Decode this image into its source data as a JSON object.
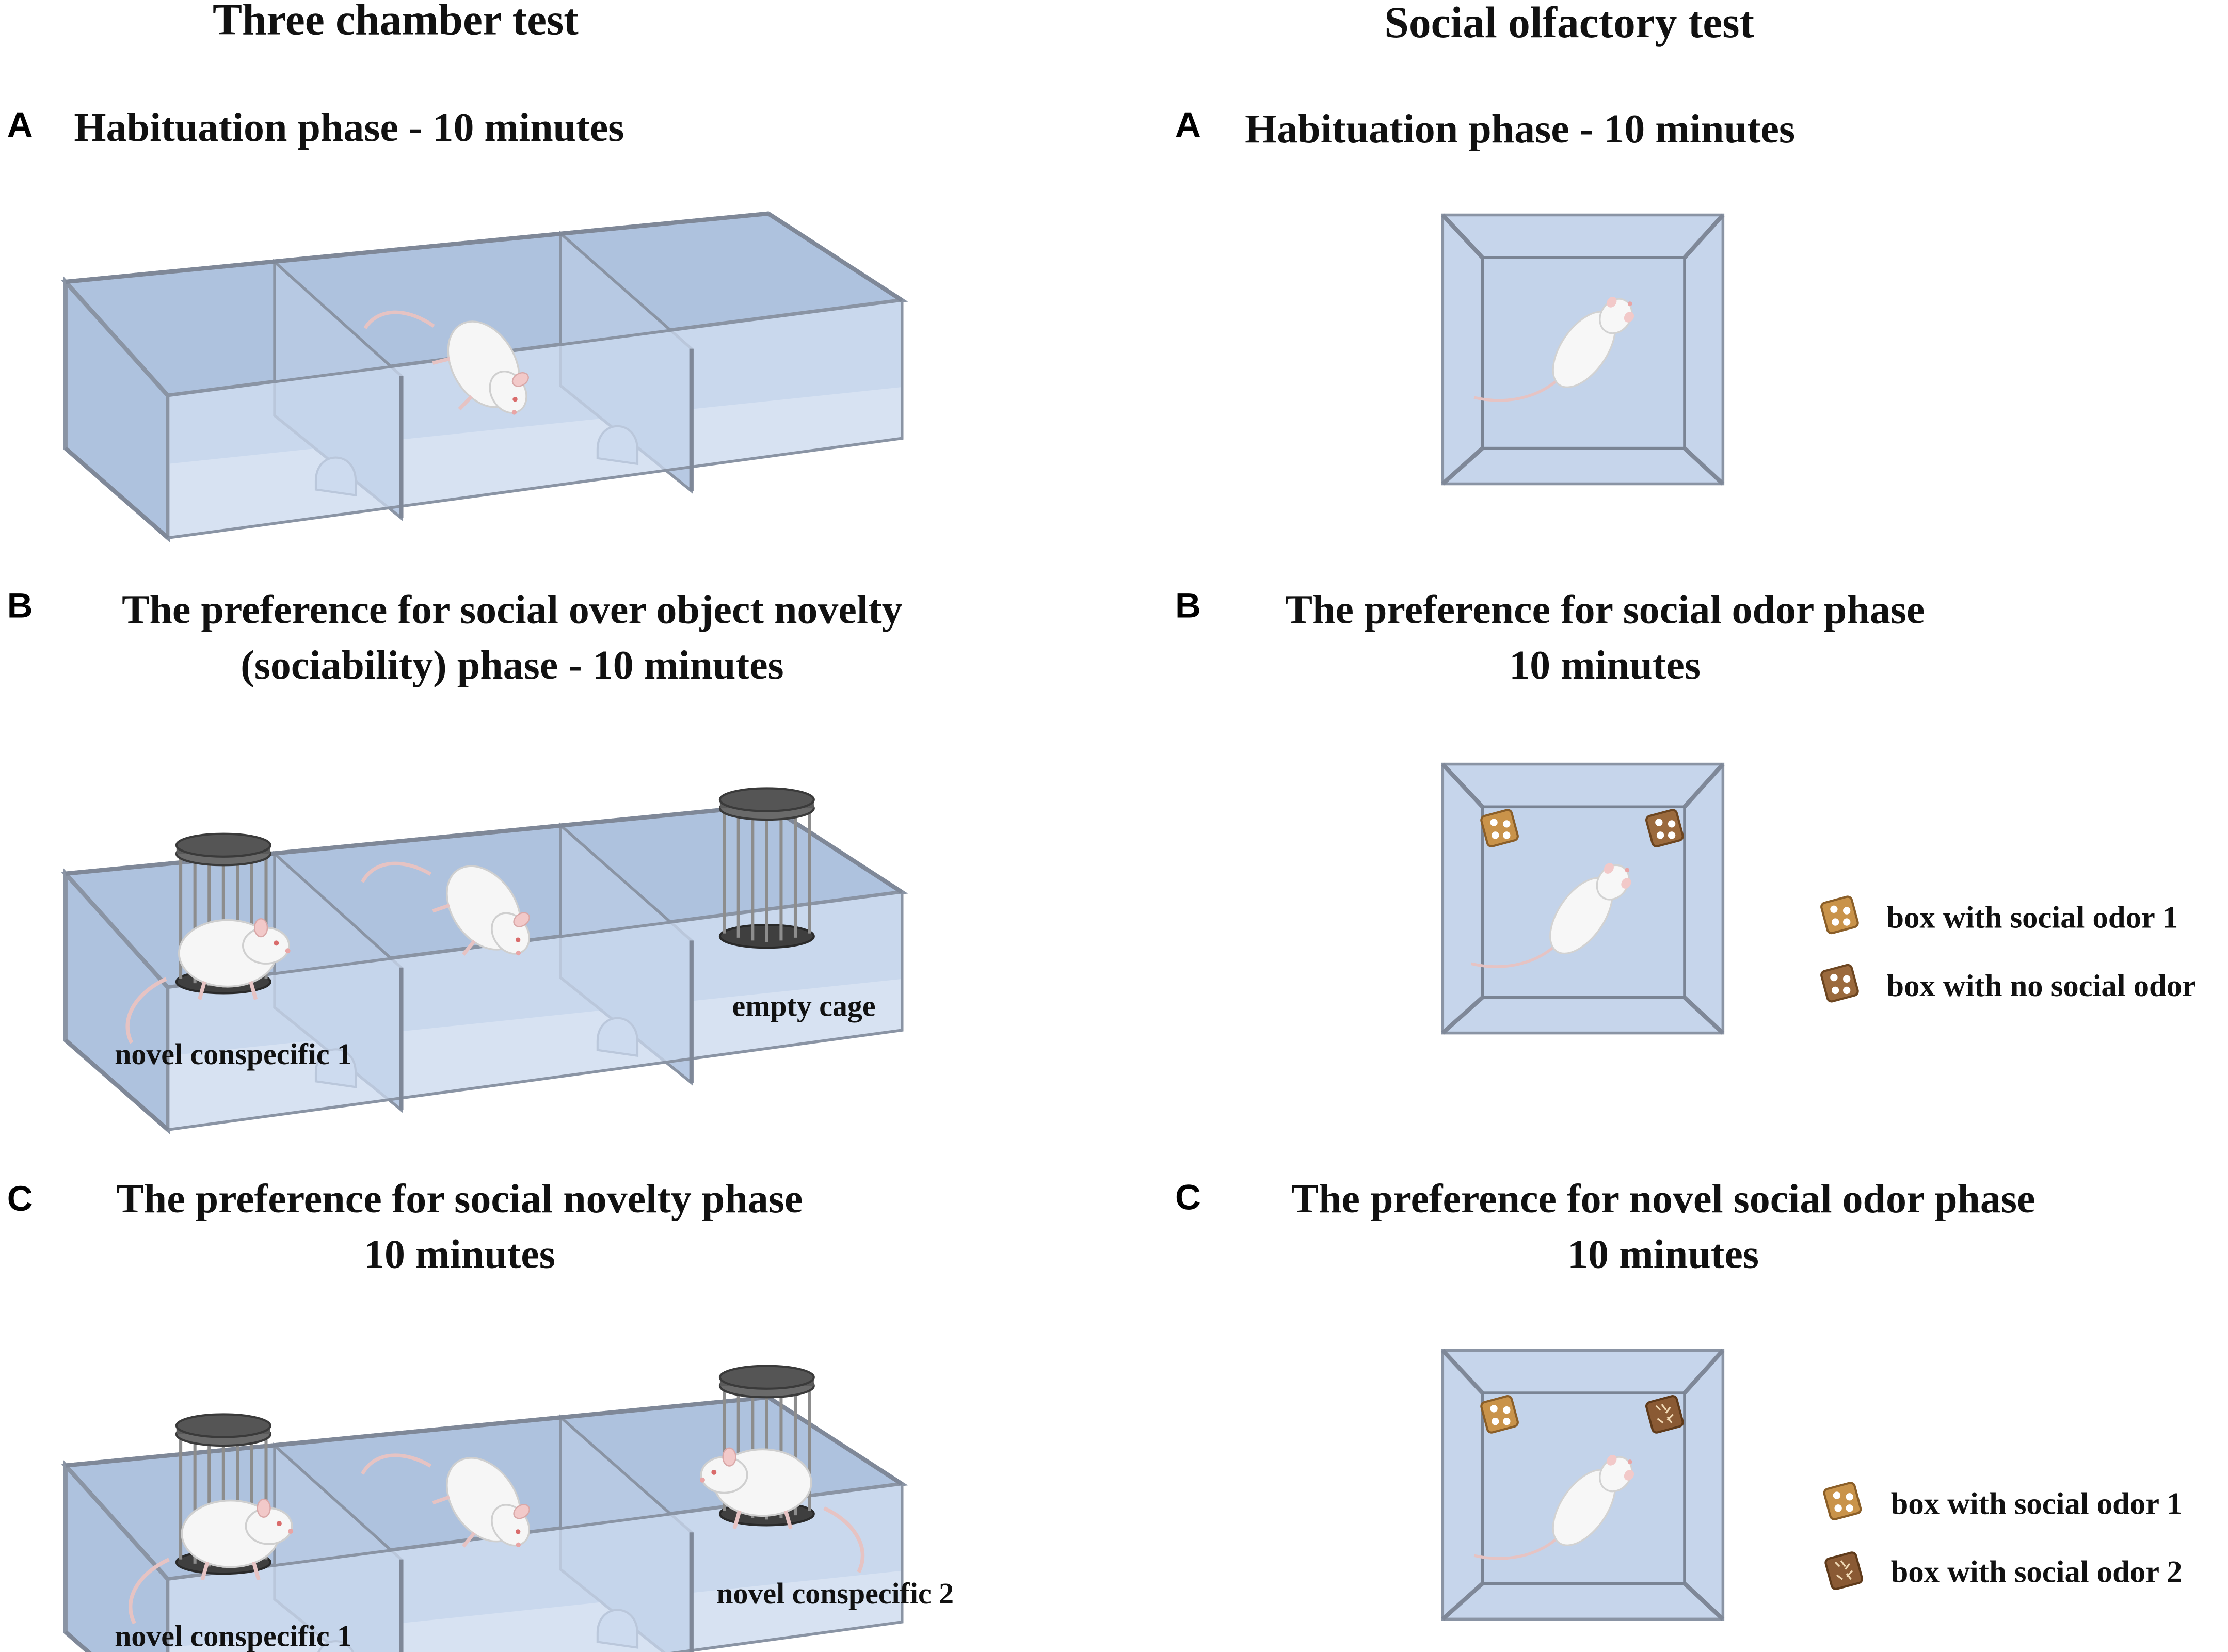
{
  "columns": {
    "left_title": "Three chamber test",
    "right_title": "Social olfactory test"
  },
  "three_chamber": {
    "A": {
      "letter": "A",
      "title_line1": "Habituation phase - 10 minutes"
    },
    "B": {
      "letter": "B",
      "title_line1": "The preference for social over object novelty",
      "title_line2": "(sociability) phase - 10 minutes",
      "label_left": "novel conspecific 1",
      "label_right": "empty cage"
    },
    "C": {
      "letter": "C",
      "title_line1": "The preference for social novelty phase",
      "title_line2": "10 minutes",
      "label_left": "novel conspecific 1",
      "label_right": "novel conspecific 2"
    }
  },
  "olfactory": {
    "A": {
      "letter": "A",
      "title_line1": "Habituation phase - 10 minutes"
    },
    "B": {
      "letter": "B",
      "title_line1": "The preference for social odor phase",
      "title_line2": "10 minutes",
      "legend": [
        "box with social odor 1",
        "box with no social odor"
      ]
    },
    "C": {
      "letter": "C",
      "title_line1": "The preference for novel social odor phase",
      "title_line2": "10 minutes",
      "legend": [
        "box with social odor 1",
        "box with social odor 2"
      ]
    }
  },
  "colors": {
    "chamber_fill": "#c4d4ea",
    "chamber_back": "#aec2de",
    "cage": "#5a5a5a",
    "odor_box_1": "#c9934a",
    "odor_box_2": "#9b6a3d"
  }
}
